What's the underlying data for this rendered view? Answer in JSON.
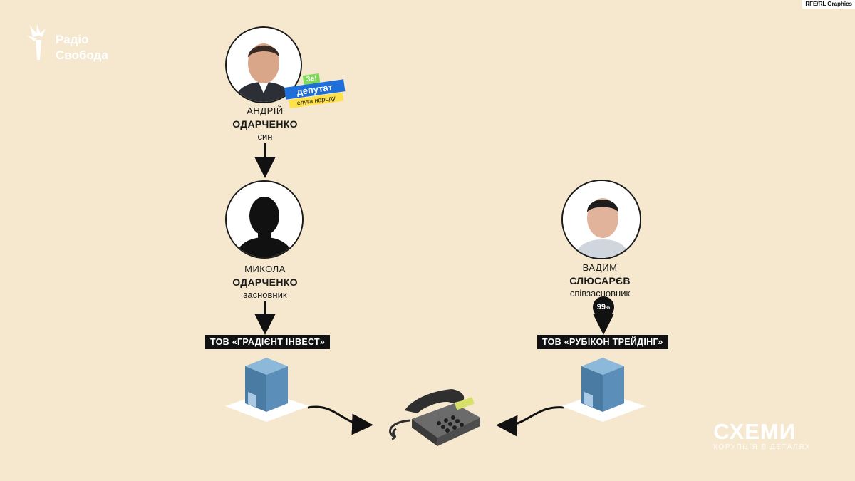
{
  "credit": "RFE/RL Graphics",
  "logo": {
    "line1": "Радіо",
    "line2": "Свобода",
    "icon": "torch-icon"
  },
  "persons": [
    {
      "first": "АНДРІЙ",
      "last": "ОДАРЧЕНКО",
      "role": "син",
      "badge": {
        "top": "Зе!",
        "main": "депутат",
        "sub": "слуга народу"
      }
    },
    {
      "first": "МИКОЛА",
      "last": "ОДАРЧЕНКО",
      "role": "засновник"
    },
    {
      "first": "ВАДИМ",
      "last": "СЛЮСАРЄВ",
      "role": "співзасновник",
      "share": "99",
      "share_unit": "%"
    }
  ],
  "companies": [
    {
      "label": "ТОВ «ГРАДІЄНТ ІНВЕСТ»"
    },
    {
      "label": "ТОВ «РУБІКОН ТРЕЙДІНГ»"
    }
  ],
  "center_icon": "telephone-icon",
  "brand": {
    "title": "СХЕМИ",
    "subtitle": "КОРУПЦІЯ В ДЕТАЛЯХ"
  },
  "colors": {
    "background": "#f5e8cf",
    "building": "#5b8fb9",
    "label_bg": "#111111",
    "ze_badge": "#1e6fd9",
    "ze_accent": "#7ed957"
  }
}
